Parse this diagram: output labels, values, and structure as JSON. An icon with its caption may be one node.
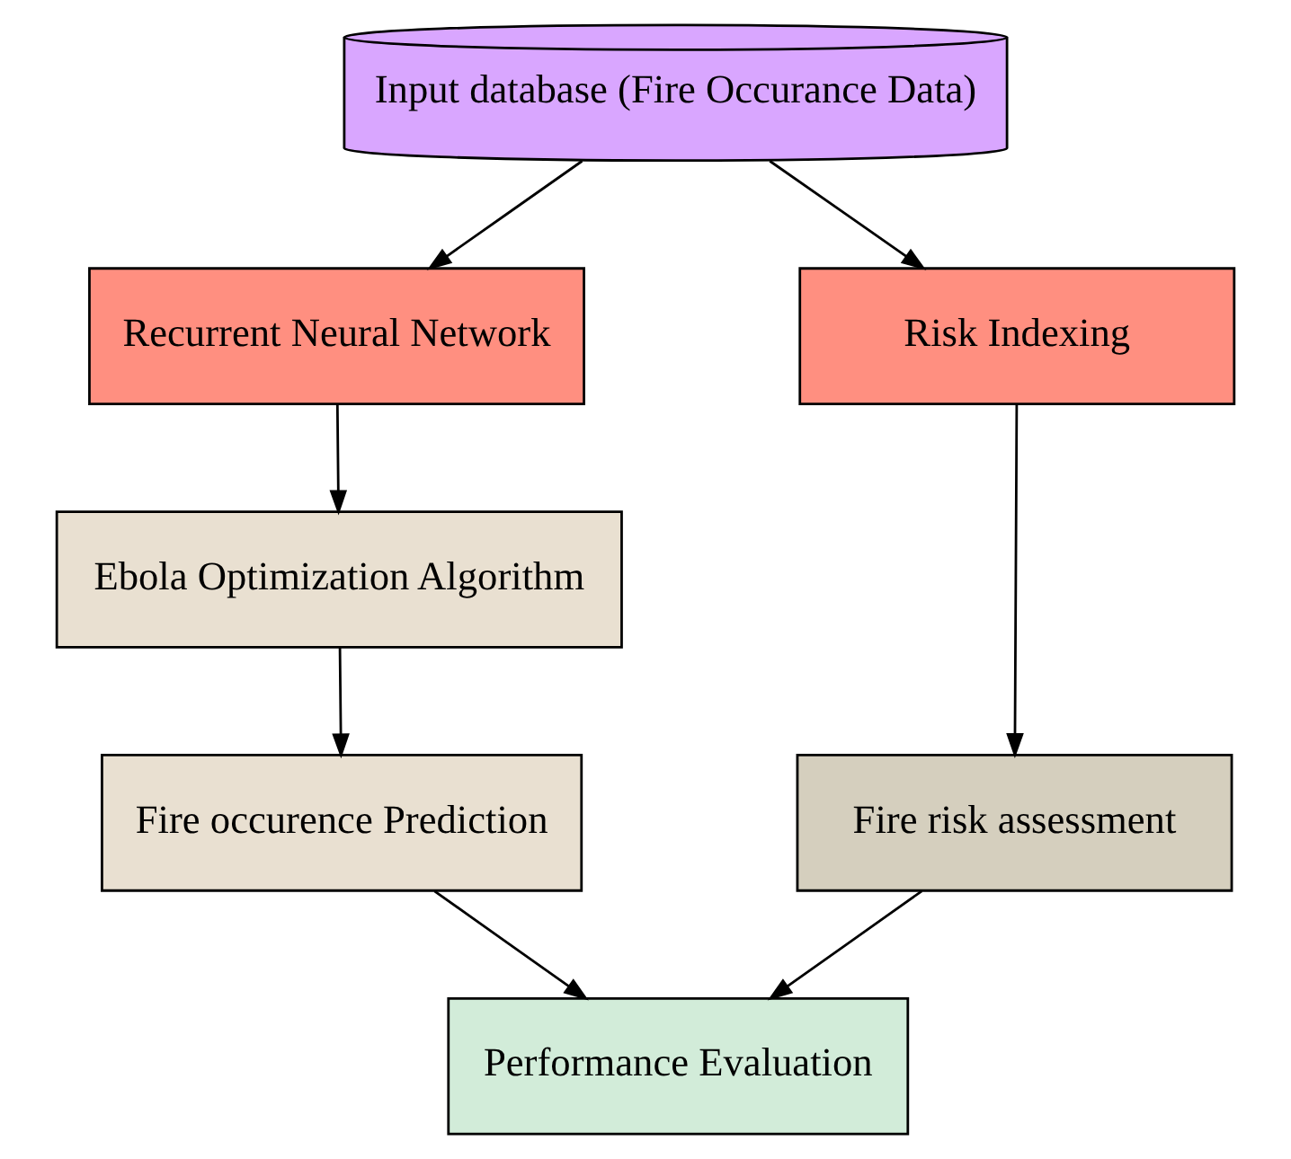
{
  "diagram": {
    "nodes": [
      {
        "text": [
          "Input database (Fire Occurance Data)"
        ]
      },
      {
        "text": [
          "Recurrent Neural Network"
        ]
      },
      {
        "text": [
          "Risk Indexing"
        ]
      },
      {
        "text": [
          "Ebola Optimization Algorithm"
        ]
      },
      {
        "text": [
          "Fire occurence Prediction"
        ]
      },
      {
        "text": [
          "Fire risk assessment"
        ]
      },
      {
        "text": [
          "Performance Evaluation"
        ]
      }
    ],
    "edges": [
      {
        "from": 0,
        "to": 1,
        "arrow": "to"
      },
      {
        "from": 0,
        "to": 2,
        "arrow": "to"
      },
      {
        "from": 1,
        "to": 3,
        "arrow": "to"
      },
      {
        "from": 3,
        "to": 4,
        "arrow": "to"
      },
      {
        "from": 2,
        "to": 5,
        "arrow": "to"
      },
      {
        "from": 4,
        "to": 6,
        "arrow": "to"
      },
      {
        "from": 5,
        "to": 6,
        "arrow": "to"
      }
    ]
  }
}
